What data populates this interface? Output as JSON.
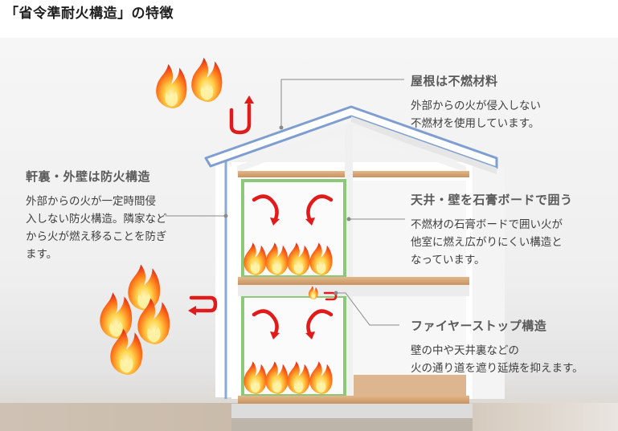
{
  "title": "「省令準耐火構造」の特徴",
  "callouts": {
    "roof": {
      "title": "屋根は不燃材料",
      "body": "外部からの火が侵入しない\n不燃材を使用しています。"
    },
    "ceiling_wall": {
      "title": "天井・壁を石膏ボードで囲う",
      "body": "不燃材の石膏ボードで囲い火が\n他室に燃え広がりにくい構造と\nなっています。"
    },
    "firestop": {
      "title": "ファイヤーストップ構造",
      "body": "壁の中や天井裏などの\n火の通り道を遮り延焼を抑えます。"
    },
    "eaves": {
      "title": "軒裏・外壁は防火構造",
      "body": "外部からの火が一定時間侵\n入しない防火構造。隣家など\nから火が燃え移ることを防ぎ\nます。"
    }
  },
  "colors": {
    "fire_red": "#e11a1a",
    "gypsum_green": "#8bc87a",
    "roof_blue": "#7f9ed0",
    "floor_wood": "#d6a474"
  },
  "icons": [
    "flame-icon",
    "u-turn-arrow-icon"
  ]
}
